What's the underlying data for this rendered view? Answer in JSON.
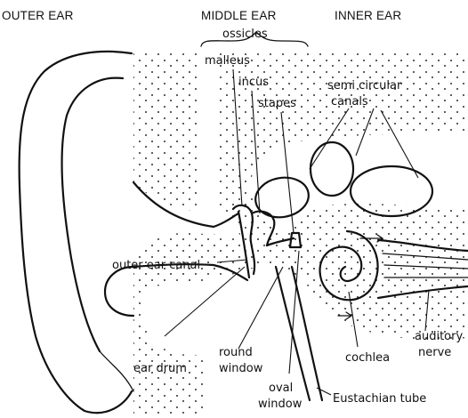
{
  "headers": {
    "outer": "OUTER EAR",
    "middle": "MIDDLE EAR",
    "inner": "INNER EAR"
  },
  "labels": {
    "ossicles": "ossicles",
    "malleus": "malleus",
    "incus": "incus",
    "stapes": "stapes",
    "semicircular_line1": "semi circular",
    "semicircular_line2": "canals",
    "outer_ear_canal": "outer ear canal",
    "round_window_line1": "round",
    "round_window_line2": "window",
    "ear_drum": "ear drum",
    "oval_window_line1": "oval",
    "oval_window_line2": "window",
    "eustachian_tube": "Eustachian tube",
    "cochlea": "cochlea",
    "auditory_nerve_line1": "auditory",
    "auditory_nerve_line2": "nerve"
  }
}
